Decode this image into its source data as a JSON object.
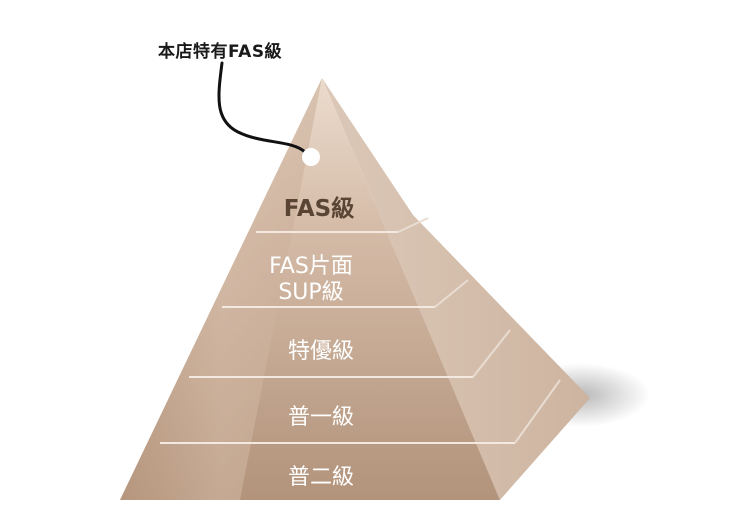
{
  "callout": {
    "label": "本店特有FAS級"
  },
  "tiers": [
    {
      "label": "FAS級"
    },
    {
      "label_line1": "FAS片面",
      "label_line2": "SUP級"
    },
    {
      "label": "特優級"
    },
    {
      "label": "普一級"
    },
    {
      "label": "普二級"
    }
  ],
  "colors": {
    "front_light": "#e7d6c8",
    "front_mid": "#c9ad97",
    "front_dark": "#a98b74",
    "side": "#d8c3b2",
    "top_label": "#5a4534",
    "tier_label": "#ffffff"
  }
}
